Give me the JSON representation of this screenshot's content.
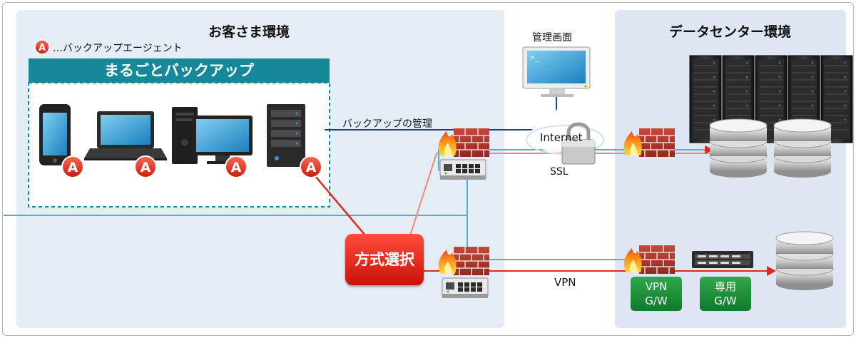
{
  "customer": {
    "title": "お客さま環境",
    "legend_badge": "A",
    "legend_text": "…バックアップエージェント",
    "banner": "まるごとバックアップ",
    "device_badge": "A"
  },
  "datacenter": {
    "title": "データセンター環境"
  },
  "labels": {
    "management_screen": "管理画面",
    "backup_management": "バックアップの管理",
    "internet": "Internet",
    "ssl": "SSL",
    "vpn": "VPN",
    "method_select": "方式選択"
  },
  "gateways": {
    "vpn": {
      "line1": "VPN",
      "line2": "G/W"
    },
    "dedicated": {
      "line1": "専用",
      "line2": "G/W"
    }
  },
  "colors": {
    "panel": "#e4ecf5",
    "banner": "#15889a",
    "blue_line": "#4aaee0",
    "navy_line": "#1a3d8f",
    "red_line": "#e0281e",
    "badge": "#e53a2b",
    "gateway": "#1f8e3c"
  }
}
